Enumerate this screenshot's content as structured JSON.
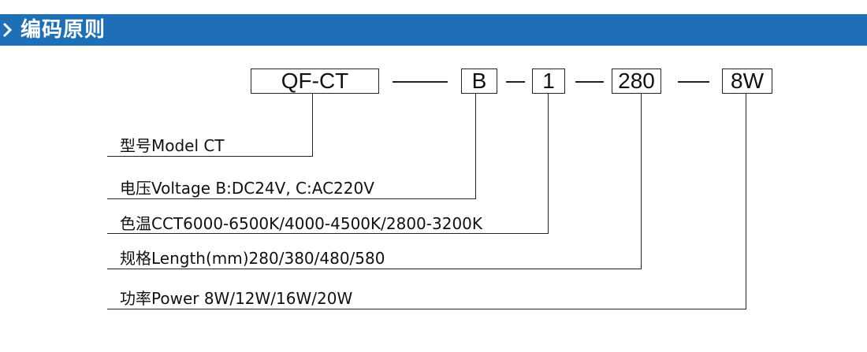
{
  "header": {
    "title": "编码原则",
    "bar_color": "#1f6fb6",
    "chevron_icon": "chevron-right-icon"
  },
  "code": {
    "segments": [
      "QF-CT",
      "B",
      "1",
      "280",
      "8W"
    ]
  },
  "descriptions": [
    "型号Model CT",
    "电压Voltage  B:DC24V, C:AC220V",
    "色温CCT6000-6500K/4000-4500K/2800-3200K",
    "规格Length(mm)280/380/480/580",
    "功率Power 8W/12W/16W/20W"
  ]
}
